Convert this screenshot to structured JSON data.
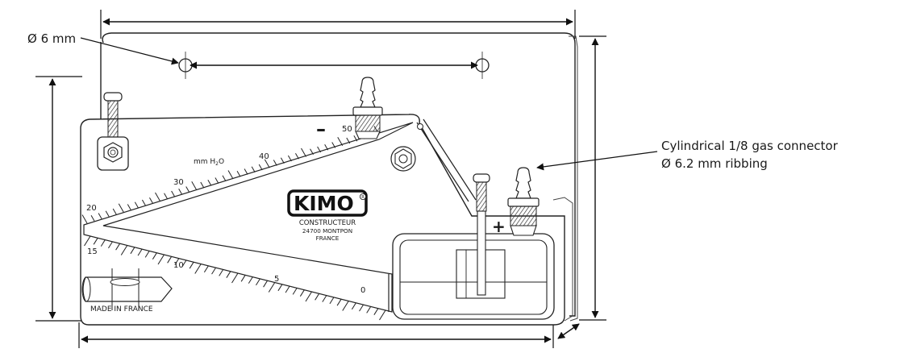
{
  "callouts": {
    "hole_diameter": "Ø 6 mm",
    "connector_line1": "Cylindrical 1/8 gas connector",
    "connector_line2": "Ø 6.2 mm ribbing"
  },
  "device": {
    "brand": "KIMO",
    "registered_mark": "R",
    "maker_line1": "CONSTRUCTEUR",
    "maker_line2": "24700 MONTPON",
    "maker_line3": "FRANCE",
    "origin_label": "MADE IN FRANCE",
    "minus_sign": "–",
    "plus_sign": "+"
  },
  "scale": {
    "unit_label": "mm H",
    "unit_sub": "2",
    "unit_suffix": "O",
    "upper_labels": [
      "20",
      "30",
      "40",
      "50"
    ],
    "lower_labels": [
      "15",
      "10",
      "5",
      "0"
    ]
  }
}
